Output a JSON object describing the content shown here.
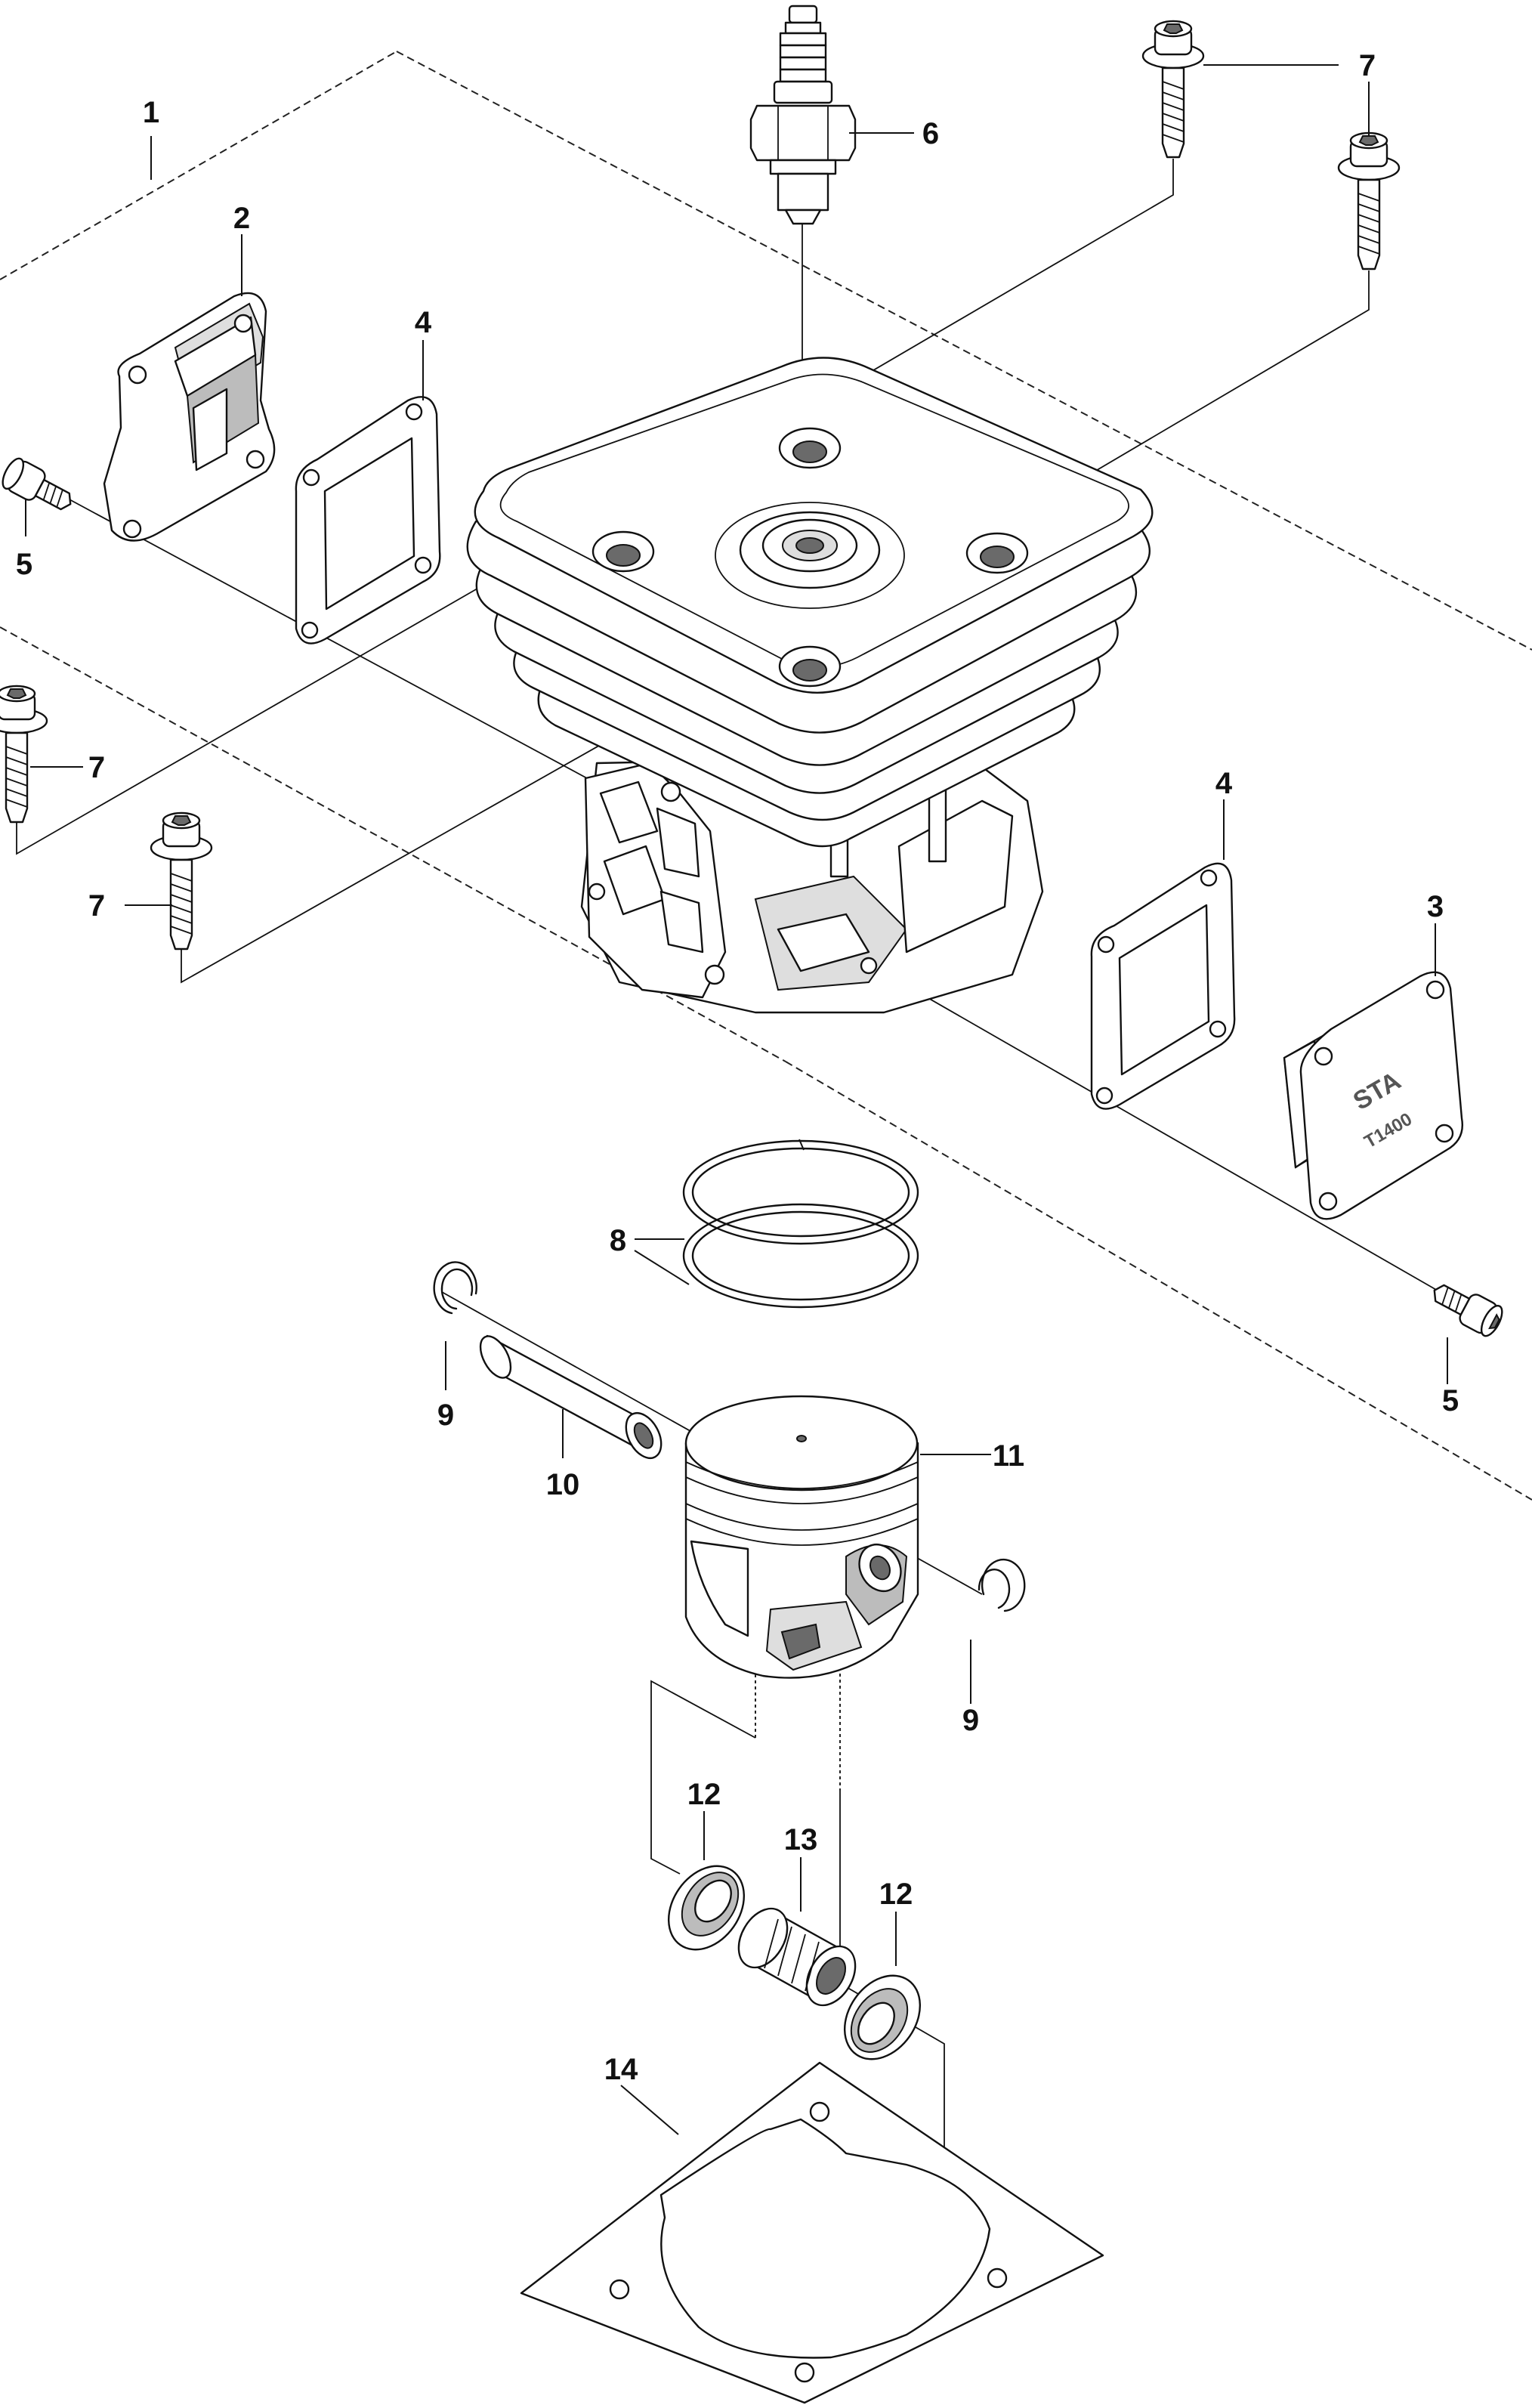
{
  "diagram": {
    "callouts": [
      {
        "id": "1",
        "label": "1"
      },
      {
        "id": "2",
        "label": "2"
      },
      {
        "id": "3",
        "label": "3"
      },
      {
        "id": "4a",
        "label": "4"
      },
      {
        "id": "4b",
        "label": "4"
      },
      {
        "id": "5a",
        "label": "5"
      },
      {
        "id": "5b",
        "label": "5"
      },
      {
        "id": "6",
        "label": "6"
      },
      {
        "id": "7a",
        "label": "7"
      },
      {
        "id": "7b",
        "label": "7"
      },
      {
        "id": "7c",
        "label": "7"
      },
      {
        "id": "7d",
        "label": "7"
      },
      {
        "id": "8",
        "label": "8"
      },
      {
        "id": "9a",
        "label": "9"
      },
      {
        "id": "9b",
        "label": "9"
      },
      {
        "id": "10",
        "label": "10"
      },
      {
        "id": "11",
        "label": "11"
      },
      {
        "id": "12a",
        "label": "12"
      },
      {
        "id": "12b",
        "label": "12"
      },
      {
        "id": "13",
        "label": "13"
      },
      {
        "id": "14",
        "label": "14"
      }
    ],
    "cover_stamp": {
      "line1": "STA",
      "line2": "T1400"
    }
  }
}
